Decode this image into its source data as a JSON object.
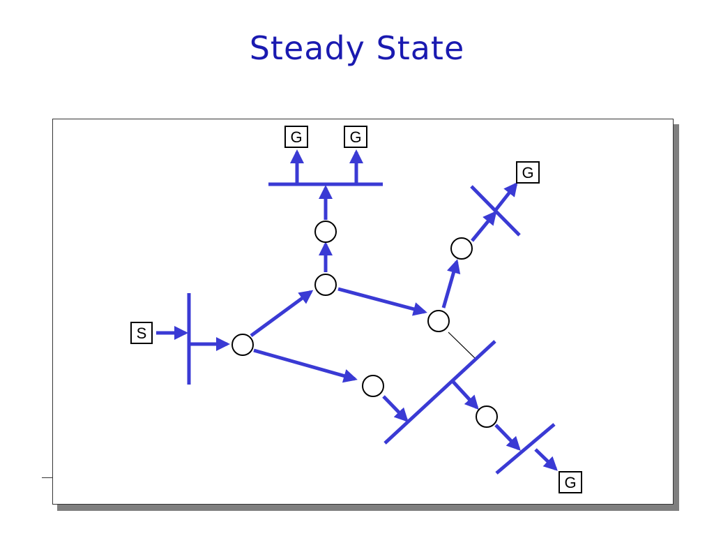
{
  "title": "Steady State",
  "colors": {
    "flow": "#3a3ad4",
    "title": "#1a1ab0",
    "box_stroke": "#000000"
  },
  "labels": {
    "source": "S",
    "goal": "G"
  },
  "legend": []
}
